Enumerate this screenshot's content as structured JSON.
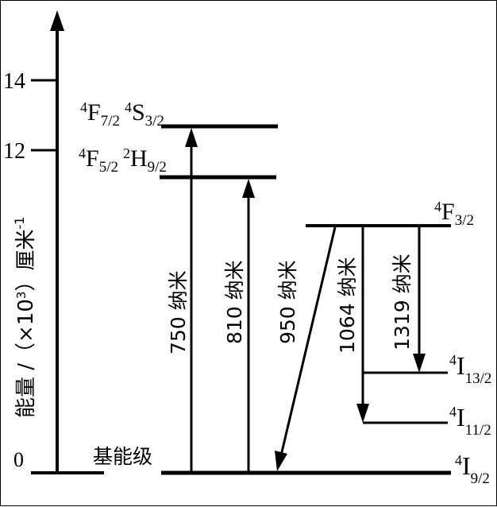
{
  "diagram": {
    "type": "energy-level-diagram",
    "y_axis": {
      "label": "能量 /（×10³）厘米⁻¹",
      "label_main": "能量 /（×10",
      "label_exp": "3",
      "label_tail": "）厘米",
      "label_unit_exp": "-1",
      "ticks": [
        {
          "value": "14"
        },
        {
          "value": "12"
        },
        {
          "value": "0"
        }
      ]
    },
    "ground_label": "基能级",
    "levels": [
      {
        "id": "4F7_2-4S3_2",
        "label": [
          {
            "sup": "4",
            "sym": "F",
            "sub": "7/2"
          },
          {
            "sup": "4",
            "sym": "S",
            "sub": "3/2"
          }
        ]
      },
      {
        "id": "4F5_2-2H9_2",
        "label": [
          {
            "sup": "4",
            "sym": "F",
            "sub": "5/2"
          },
          {
            "sup": "2",
            "sym": "H",
            "sub": "9/2"
          }
        ]
      },
      {
        "id": "4F3_2",
        "label": [
          {
            "sup": "4",
            "sym": "F",
            "sub": "3/2"
          }
        ]
      },
      {
        "id": "4I13_2",
        "label": [
          {
            "sup": "4",
            "sym": "I",
            "sub": "13/2"
          }
        ]
      },
      {
        "id": "4I11_2",
        "label": [
          {
            "sup": "4",
            "sym": "I",
            "sub": "11/2"
          }
        ]
      },
      {
        "id": "4I9_2",
        "label": [
          {
            "sup": "4",
            "sym": "I",
            "sub": "9/2"
          }
        ]
      }
    ],
    "transitions": [
      {
        "label": "750 纳米",
        "from": "4I9_2",
        "to": "4F7_2-4S3_2",
        "direction": "up"
      },
      {
        "label": "810 纳米",
        "from": "4I9_2",
        "to": "4F5_2-2H9_2",
        "direction": "up"
      },
      {
        "label": "950 纳米",
        "from": "4F3_2",
        "to": "4I9_2",
        "direction": "down"
      },
      {
        "label": "1064 纳米",
        "from": "4F3_2",
        "to": "4I11_2",
        "direction": "down"
      },
      {
        "label": "1319 纳米",
        "from": "4F3_2",
        "to": "4I13_2",
        "direction": "down"
      }
    ]
  }
}
